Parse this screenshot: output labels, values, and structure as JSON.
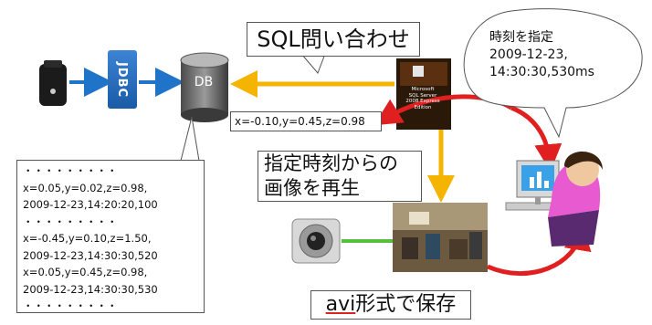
{
  "jdbc_label": "JDBC",
  "db_label": "DB",
  "sql_label": "SQL問い合わせ",
  "xyz_result": "x=-0.10,y=0.45,z=0.98",
  "log_lines": [
    "・・・・・・・・・",
    "x=0.05,y=0.02,z=0.98,",
    "2009-12-23,14:20:20,100",
    "・・・・・・・・・",
    "x=-0.45,y=0.10,z=1.50,",
    "2009-12-23,14:30:30,520",
    "x=0.05,y=0.45,z=0.98,",
    "2009-12-23,14:30:30,530",
    "・・・・・・・・・"
  ],
  "playback_line1": "指定時刻からの",
  "playback_line2": "画像を再生",
  "avi_prefix": "avi",
  "avi_suffix": "形式で保存",
  "bubble_line1": "時刻を指定",
  "bubble_line2": "2009-12-23,",
  "bubble_line3": "14:30:30,530ms",
  "software_label": [
    "Microsoft",
    "SQL Server",
    "2008 Express",
    "Edition"
  ],
  "colors": {
    "blue_arrow": "#1f73c9",
    "orange_arrow": "#f4b400",
    "red_arrow": "#e02020",
    "green_line": "#55c040"
  }
}
